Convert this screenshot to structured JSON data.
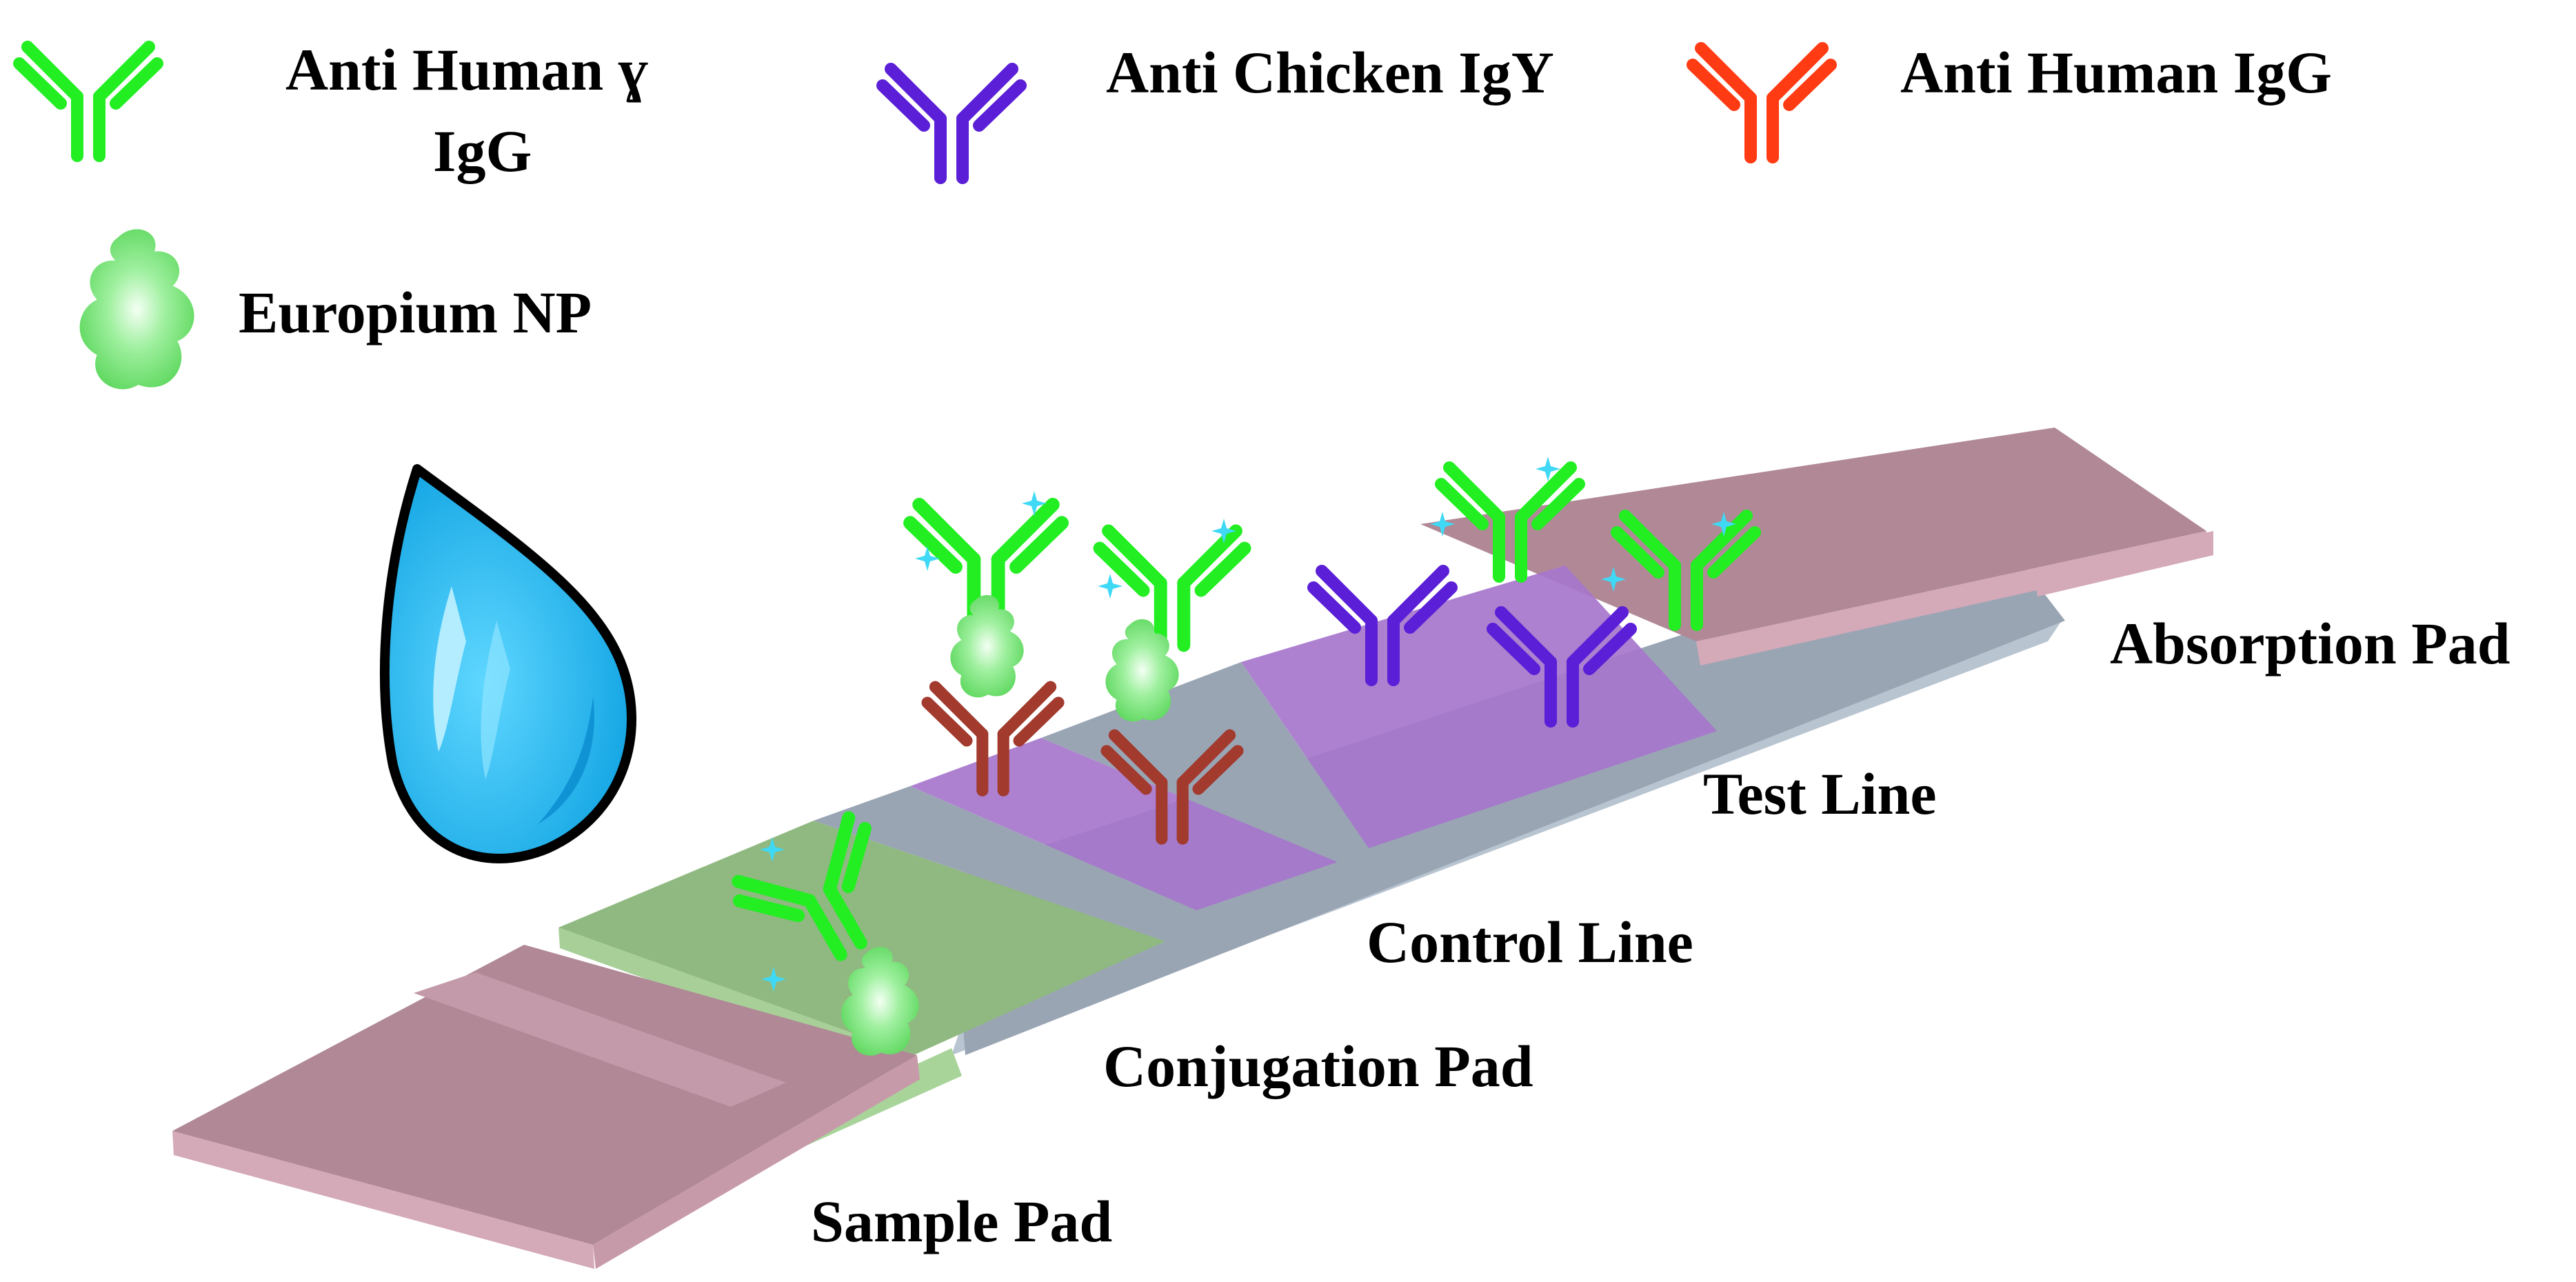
{
  "legend": {
    "anti_human_gamma_igg": "Anti Human ɣ",
    "anti_human_gamma_igg_line2": "IgG",
    "anti_chicken_igy": "Anti Chicken IgY",
    "anti_human_igg": "Anti Human IgG",
    "europium_np": "Europium NP"
  },
  "labels": {
    "absorption_pad": "Absorption Pad",
    "test_line": "Test Line",
    "control_line": "Control Line",
    "conjugation_pad": "Conjugation Pad",
    "sample_pad": "Sample Pad"
  },
  "colors": {
    "anti_human_gamma_igg": "#22ee22",
    "anti_chicken_igy": "#5a1fd6",
    "anti_human_igg": "#ff3b14",
    "europium_np": "#7ee87e",
    "pad_pink": "#b8909e",
    "conjugation_pad": "#8fb980",
    "membrane": "#9aa5b4",
    "line_band": "#a676cc",
    "droplet": "#14b4ec"
  }
}
